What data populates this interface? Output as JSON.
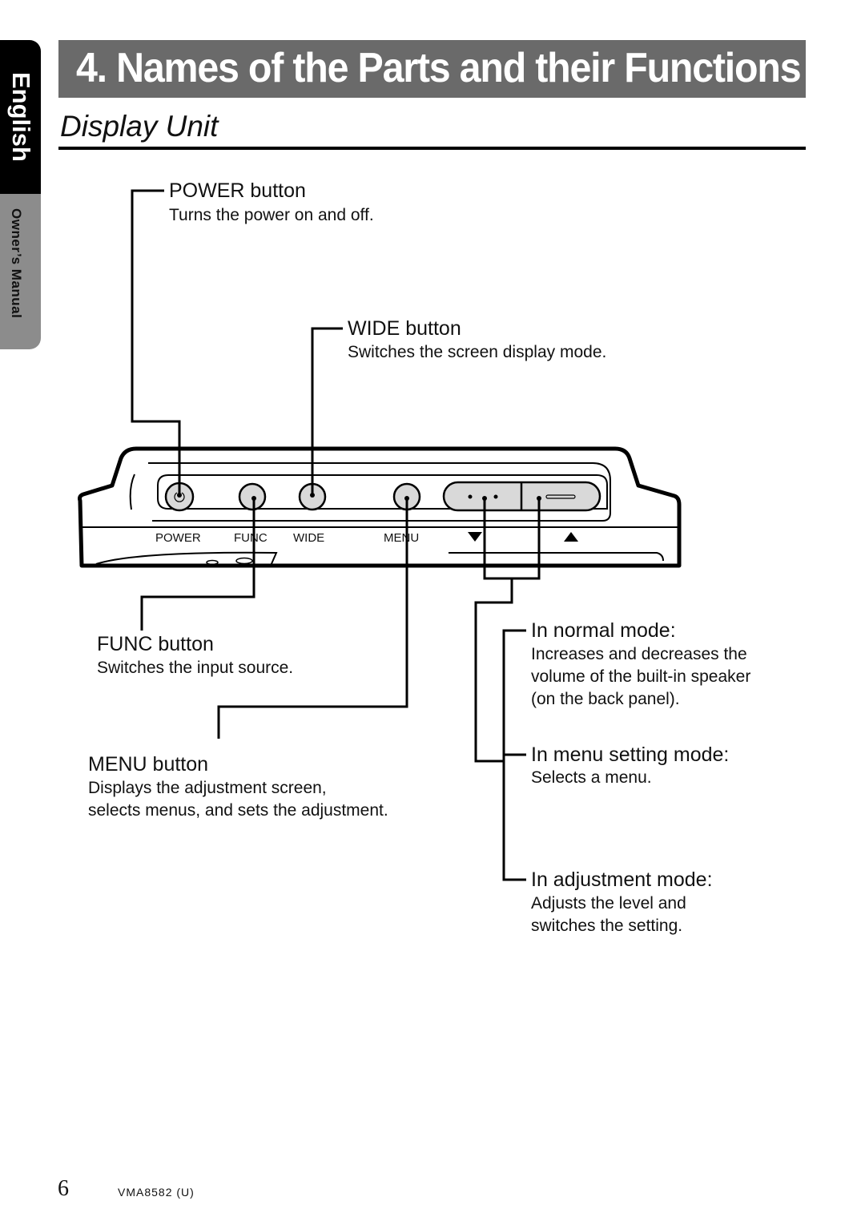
{
  "side_tab": {
    "language": "English",
    "manual": "Owner’s Manual"
  },
  "header": {
    "title": "4. Names of the Parts and their Functions",
    "subtitle": "Display Unit"
  },
  "device": {
    "labels": {
      "power": "POWER",
      "func": "FUNC",
      "wide": "WIDE",
      "menu": "MENU"
    }
  },
  "callouts": {
    "power": {
      "title": "POWER button",
      "desc": "Turns the power on and off."
    },
    "wide": {
      "title": "WIDE button",
      "desc": "Switches the screen display mode."
    },
    "func": {
      "title": "FUNC button",
      "desc": "Switches the input source."
    },
    "menu": {
      "title": "MENU button",
      "desc_line1": "Displays the adjustment screen,",
      "desc_line2": "selects menus, and sets the adjustment."
    },
    "normal_mode": {
      "title": "In normal mode:",
      "desc_line1": "Increases and decreases the",
      "desc_line2": "volume of the built-in speaker",
      "desc_line3": "(on the back panel)."
    },
    "menu_mode": {
      "title": "In menu setting mode:",
      "desc": "Selects a menu."
    },
    "adjust_mode": {
      "title": "In adjustment mode:",
      "desc_line1": "Adjusts the level and",
      "desc_line2": "switches the setting."
    }
  },
  "footer": {
    "page_number": "6",
    "model_code": "VMA8582 (U)"
  }
}
